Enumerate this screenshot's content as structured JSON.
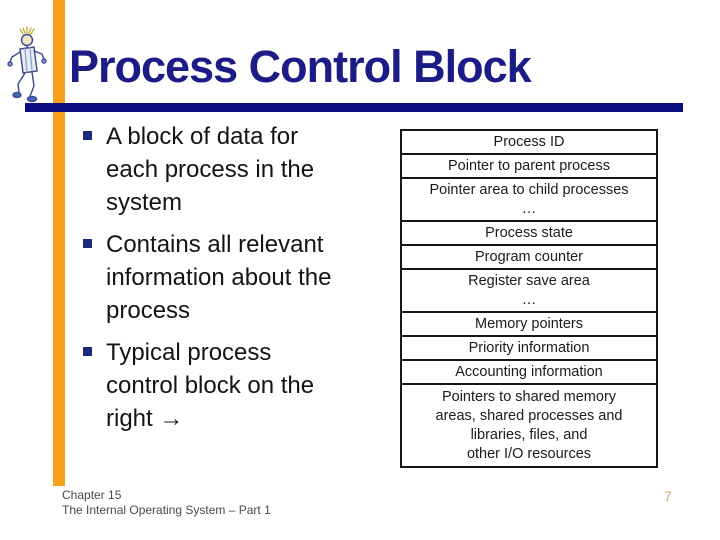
{
  "slide": {
    "title": "Process Control Block",
    "page_number": "7",
    "footer": {
      "line1": "Chapter 15",
      "line2": "The Internal Operating System – Part 1"
    }
  },
  "content": {
    "bullets": [
      {
        "lines": [
          "A block of data for",
          "each process in the",
          "system"
        ]
      },
      {
        "lines": [
          "Contains all relevant",
          "information about the",
          "process"
        ]
      },
      {
        "lines": [
          "Typical process",
          "control block on the",
          "right →"
        ]
      }
    ]
  },
  "pcb_table": {
    "rows": [
      {
        "lines": [
          "Process ID"
        ]
      },
      {
        "lines": [
          "Pointer to parent process"
        ]
      },
      {
        "lines": [
          "Pointer area to child processes",
          "…"
        ]
      },
      {
        "lines": [
          "Process state"
        ]
      },
      {
        "lines": [
          "Program counter"
        ]
      },
      {
        "lines": [
          "Register save area",
          "…"
        ]
      },
      {
        "lines": [
          "Memory pointers"
        ]
      },
      {
        "lines": [
          "Priority information"
        ]
      },
      {
        "lines": [
          "Accounting information"
        ]
      },
      {
        "lines": [
          "Pointers to shared memory",
          "areas, shared processes and",
          "libraries, files, and",
          "other I/O resources"
        ]
      }
    ]
  },
  "icons": {
    "robot": "robot-mascot",
    "bullet": "square-bullet",
    "arrow": "right-arrow"
  },
  "colors": {
    "title_navy": "#1b1c86",
    "rule_navy": "#0a0e80",
    "accent_orange": "#f5a11e",
    "bullet_navy": "#1b2a7b",
    "table_border": "#161616",
    "footer_gray": "#4a4a4a",
    "page_number_gold": "#c5b06a"
  }
}
